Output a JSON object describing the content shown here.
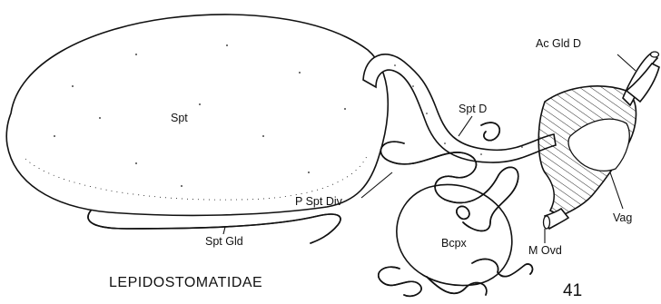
{
  "figure": {
    "family_label": "LEPIDOSTOMATIDAE",
    "figure_number": "41"
  },
  "labels": {
    "spt": "Spt",
    "spt_d": "Spt D",
    "ac_gld_d": "Ac Gld D",
    "p_spt_div": "P Spt Div",
    "spt_gld": "Spt Gld",
    "bcpx": "Bcpx",
    "m_ovd": "M Ovd",
    "vag": "Vag"
  },
  "colors": {
    "ink": "#111111",
    "paper": "#ffffff"
  }
}
